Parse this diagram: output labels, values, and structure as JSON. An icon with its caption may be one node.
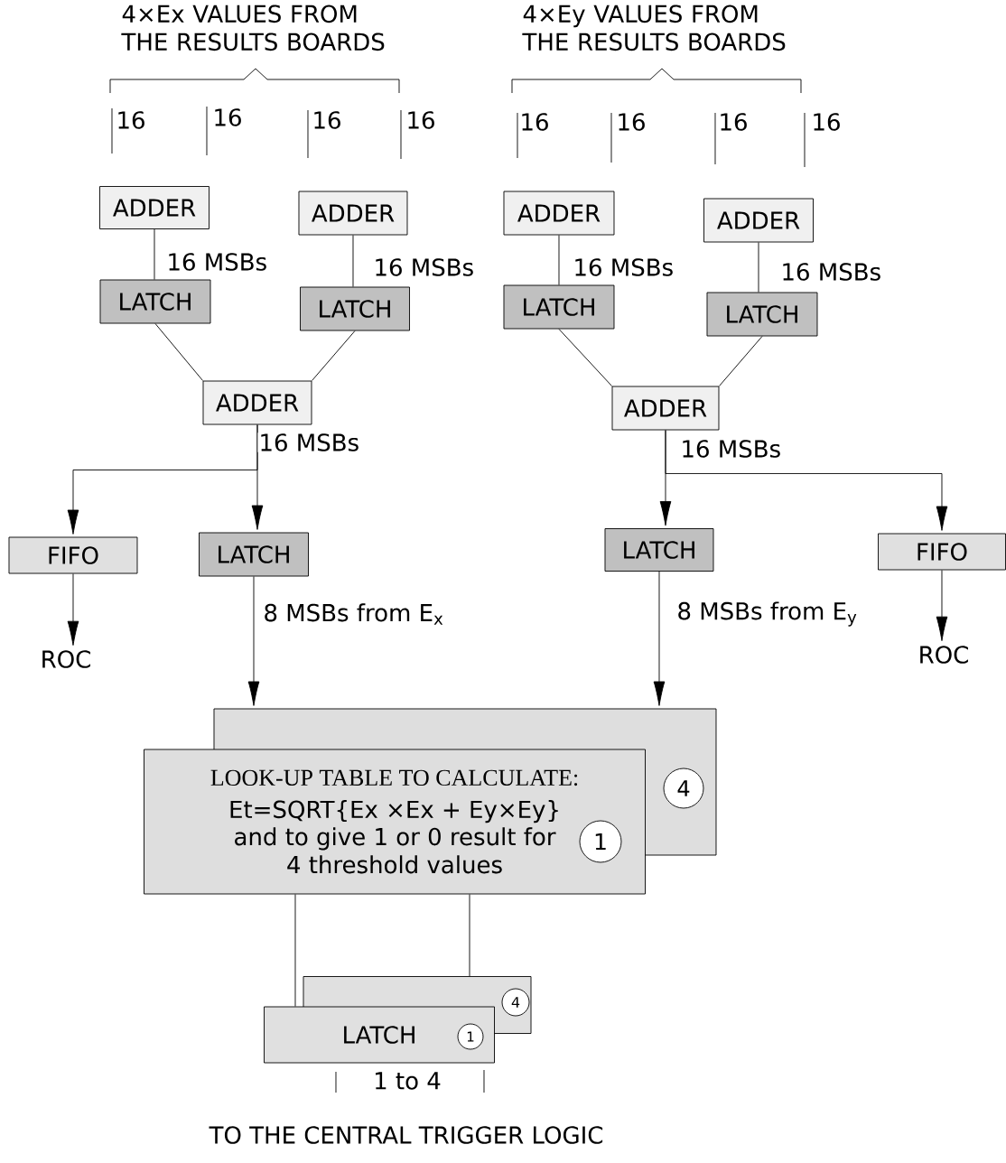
{
  "diagram": {
    "nodes": [
      {
        "text": [
          "ADDER"
        ]
      },
      {
        "text": [
          "LATCH"
        ]
      },
      {
        "text": [
          "ADDER"
        ]
      },
      {
        "text": [
          "LATCH"
        ]
      },
      {
        "text": [
          "ADDER"
        ]
      },
      {
        "text": [
          "LATCH"
        ]
      },
      {
        "text": [
          "ADDER"
        ]
      },
      {
        "text": [
          "LATCH"
        ]
      },
      {
        "text": [
          "ADDER"
        ]
      },
      {
        "text": [
          "ADDER"
        ]
      },
      {
        "text": [
          "FIFO"
        ]
      },
      {
        "text": [
          "LATCH"
        ]
      },
      {
        "text": [
          "LATCH"
        ]
      },
      {
        "text": [
          "FIFO"
        ]
      },
      {
        "text": [
          "ROC"
        ]
      },
      {
        "text": [
          "ROC"
        ]
      },
      {
        "text": [],
        "shape": "box"
      },
      {
        "text": [
          "4"
        ],
        "in": 16
      },
      {
        "text": [
          "LOOK-UP TABLE TO CALCULATE:",
          "Et=SQRT{Ex ×Ex + Ey×Ey}",
          "and to give 1 or 0 result for 4 threshold values"
        ]
      },
      {
        "text": [
          "1"
        ],
        "in": 18
      },
      {
        "text": [],
        "shape": "box"
      },
      {
        "text": [
          "4"
        ],
        "in": 20
      },
      {
        "text": [
          "LATCH"
        ]
      },
      {
        "text": [
          "1"
        ],
        "in": 22
      }
    ],
    "edges": [
      {
        "from": 0,
        "to": 1,
        "arrow": "none",
        "label": "16 MSBs"
      },
      {
        "from": 2,
        "to": 3,
        "arrow": "none",
        "label": "16 MSBs"
      },
      {
        "from": 4,
        "to": 5,
        "arrow": "none",
        "label": "16 MSBs"
      },
      {
        "from": 6,
        "to": 7,
        "arrow": "none",
        "label": "16 MSBs"
      },
      {
        "from": 1,
        "to": 8,
        "arrow": "none"
      },
      {
        "from": 3,
        "to": 8,
        "arrow": "none"
      },
      {
        "from": 5,
        "to": 9,
        "arrow": "none"
      },
      {
        "from": 7,
        "to": 9,
        "arrow": "none"
      },
      {
        "from": 8,
        "to": 10,
        "arrow": "to"
      },
      {
        "from": 8,
        "to": 11,
        "arrow": "to",
        "label": "16 MSBs"
      },
      {
        "from": 9,
        "to": 12,
        "arrow": "to",
        "label": "16 MSBs"
      },
      {
        "from": 9,
        "to": 13,
        "arrow": "to"
      },
      {
        "from": 10,
        "to": 14,
        "arrow": "to"
      },
      {
        "from": 13,
        "to": 15,
        "arrow": "to"
      },
      {
        "from": 11,
        "to": 16,
        "arrow": "to",
        "label": "8 MSBs from E$_{x}$"
      },
      {
        "from": 12,
        "to": 16,
        "arrow": "to",
        "label": "8 MSBs from E$_{y}$"
      },
      {
        "from": 18,
        "to": 22,
        "arrow": "none"
      },
      {
        "from": 18,
        "to": 20,
        "arrow": "none"
      }
    ],
    "labels": [
      "4×Ex VALUES FROM THE RESULTS BOARDS",
      "4×Ey VALUES FROM THE RESULTS BOARDS",
      "16",
      "16",
      "16",
      "16",
      "16",
      "16",
      "16",
      "16",
      "1 to 4",
      "TO THE CENTRAL TRIGGER LOGIC"
    ]
  }
}
